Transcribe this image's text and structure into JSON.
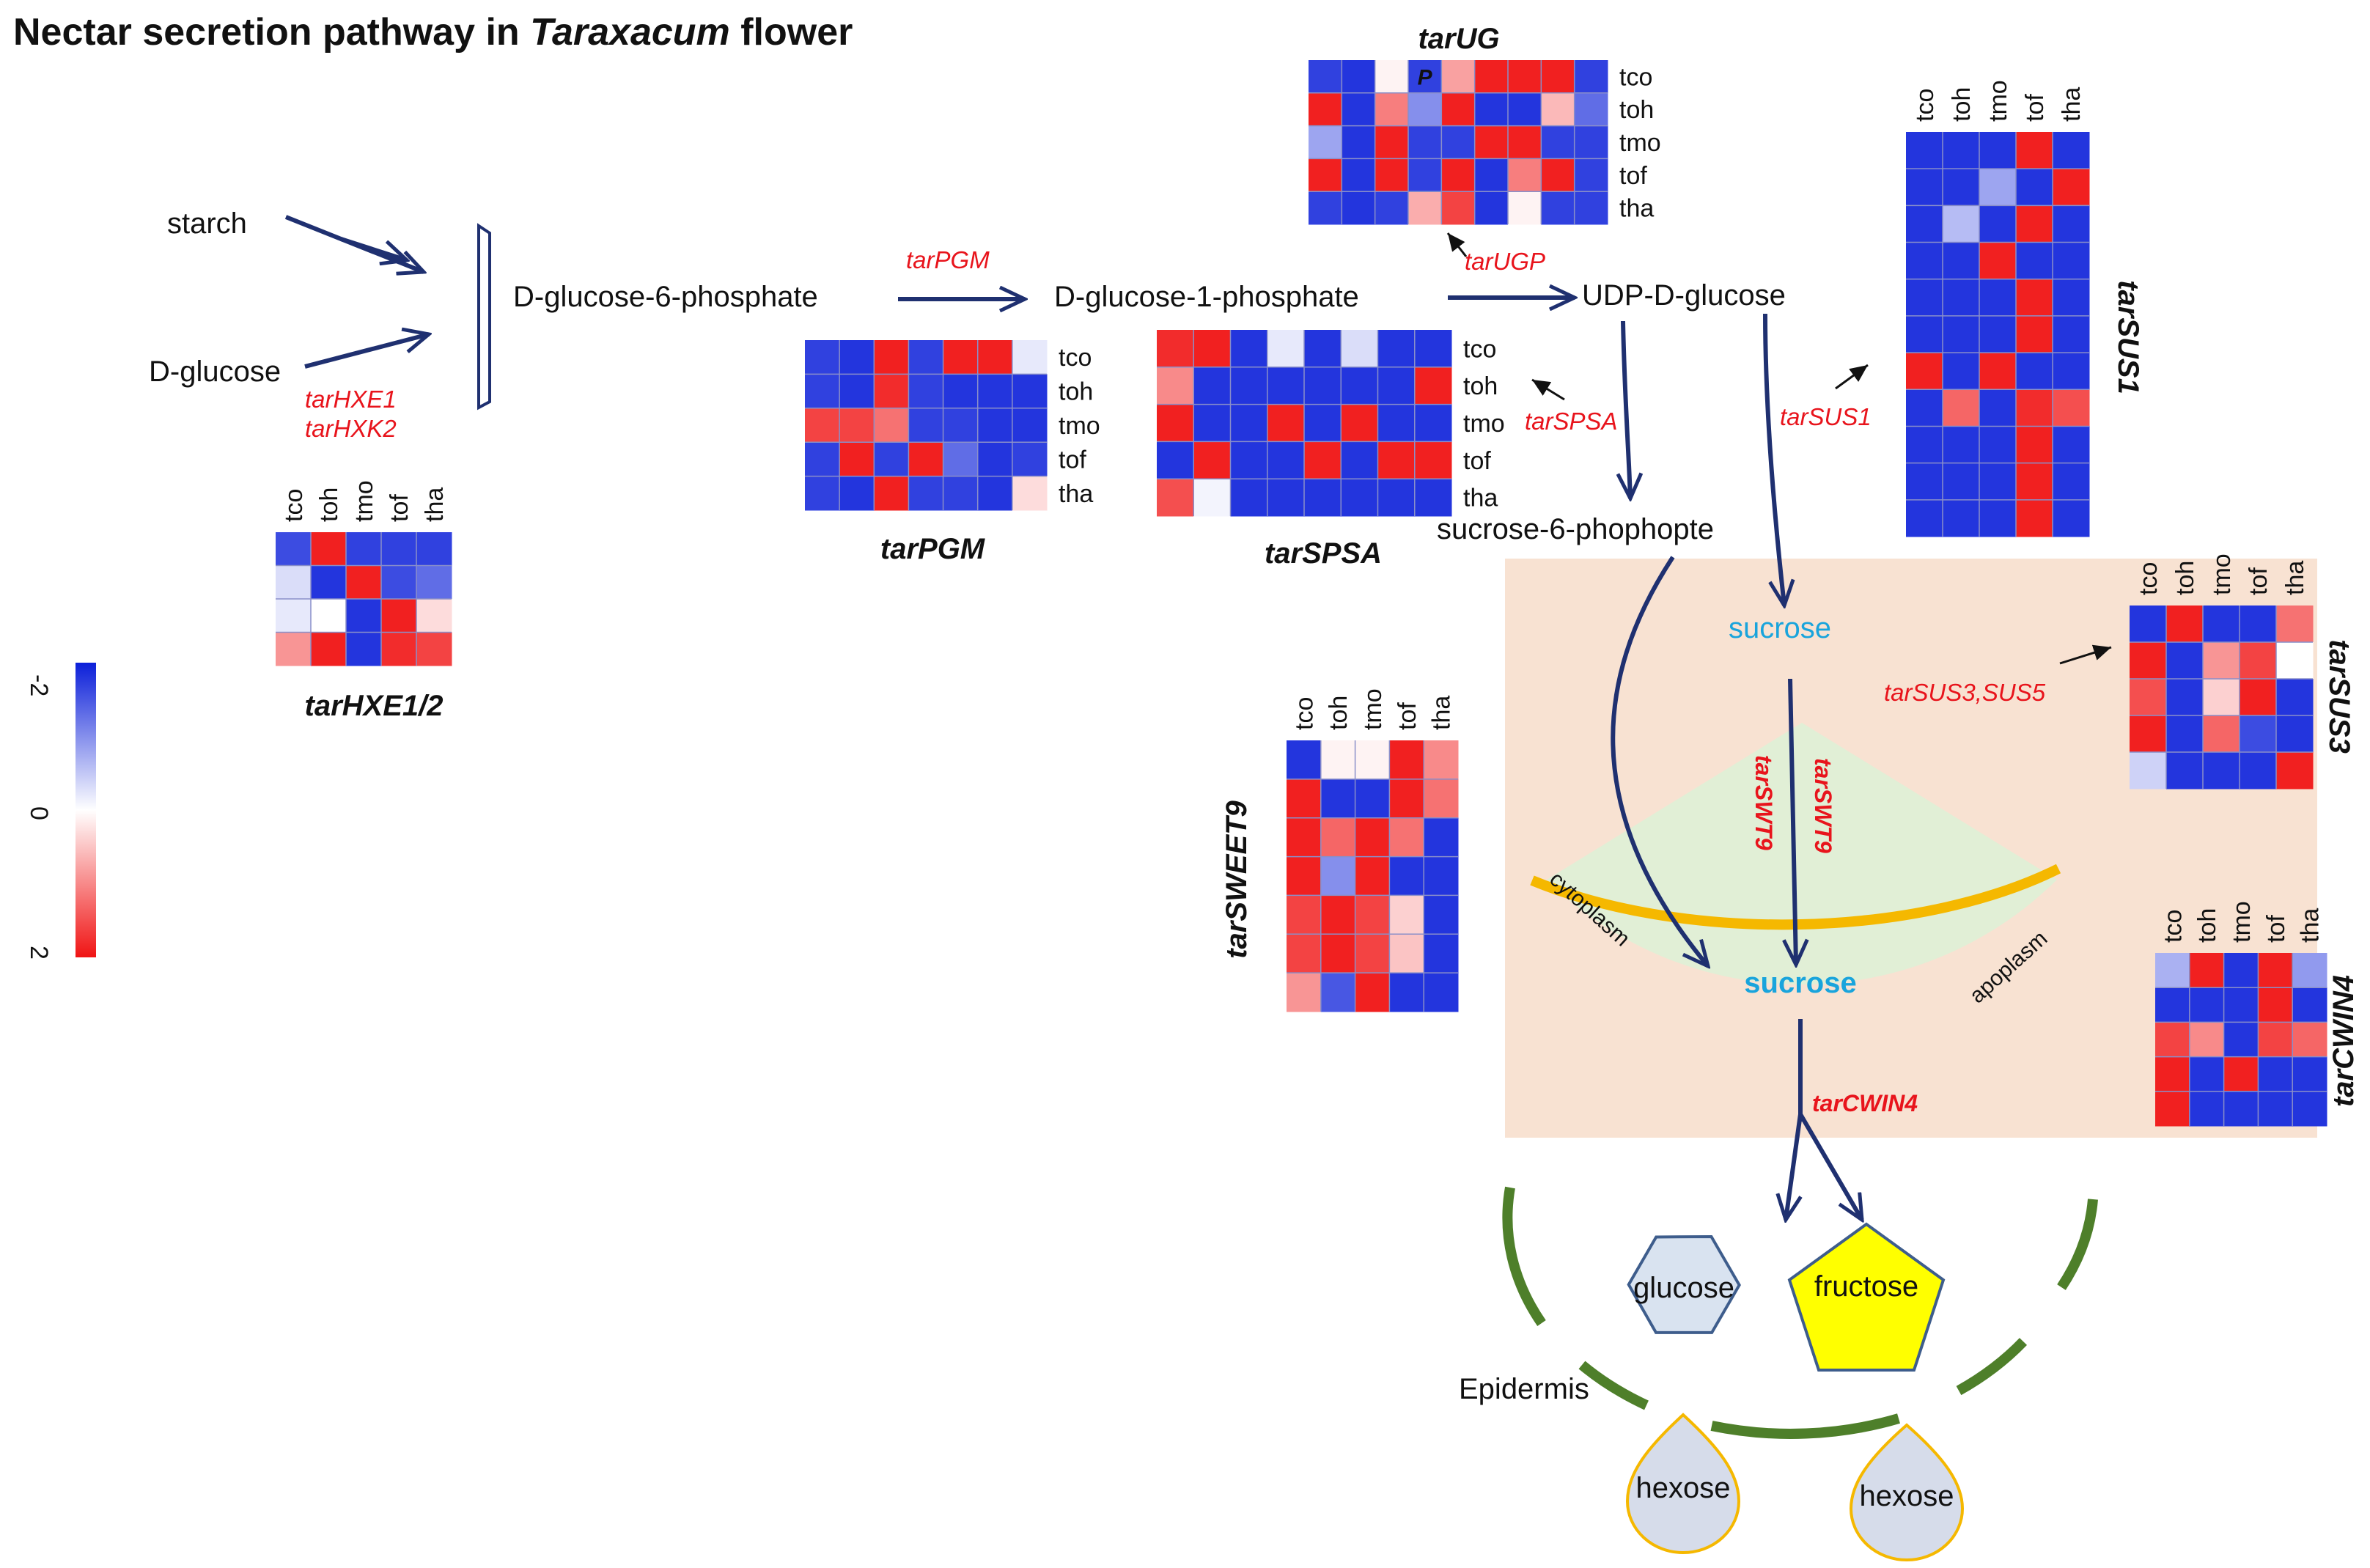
{
  "title": {
    "prefix": "Nectar secretion pathway in ",
    "genus": "Taraxacum",
    "suffix": " flower"
  },
  "colors": {
    "arrow": "#1f3070",
    "gene": "#e8141c",
    "sucrose": "#19a4dc",
    "membrane": "#f5b800",
    "epidermis": "#4e7f2a",
    "box_fill": "#f8e2d2",
    "wedge_fill": "#e1efd6",
    "glucose_fill": "#d9e3f0",
    "fructose_fill": "#ffff00",
    "hexose_fill": "#d6dcea",
    "low": "#0b1fd9",
    "mid": "#ffffff",
    "high": "#f01414"
  },
  "metabolites": {
    "starch": "starch",
    "d_glucose": "D-glucose",
    "g6p": "D-glucose-6-phosphate",
    "g1p": "D-glucose-1-phosphate",
    "udp_glucose": "UDP-D-glucose",
    "suc6p": "sucrose-6-phophopte",
    "sucrose_top": "sucrose",
    "sucrose_bottom": "sucrose",
    "glucose": "glucose",
    "fructose": "fructose",
    "hexose_left": "hexose",
    "hexose_right": "hexose"
  },
  "compartments": {
    "cytoplasm": "cytoplasm",
    "apoplasm": "apoplasm",
    "epidermis": "Epidermis"
  },
  "enzymes": {
    "hxe1": "tarHXE1",
    "hxk2": "tarHXK2",
    "pgm": "tarPGM",
    "ugp": "tarUGP",
    "spsa": "tarSPSA",
    "sus1": "tarSUS1",
    "sus3_5": "tarSUS3,SUS5",
    "swt9_a": "tarSWT9",
    "swt9_b": "tarSWT9",
    "cwin4": "tarCWIN4"
  },
  "legend": {
    "ticks": [
      "-2",
      "0",
      "2"
    ]
  },
  "heatmaps": [
    {
      "id": "hxe",
      "title": "tarHXE1/2",
      "samples": [
        "tco",
        "toh",
        "tmo",
        "tof",
        "tha"
      ],
      "values": [
        [
          -1.6,
          1.9,
          -1.7,
          -1.7,
          -1.7
        ],
        [
          -0.3,
          -1.8,
          1.9,
          -1.6,
          -1.3
        ],
        [
          -0.2,
          0.0,
          -1.8,
          1.9,
          0.3
        ],
        [
          0.9,
          1.9,
          -1.8,
          1.8,
          1.6
        ]
      ]
    },
    {
      "id": "pgm",
      "title": "tarPGM",
      "samples": [
        "tco",
        "toh",
        "tmo",
        "tof",
        "tha"
      ],
      "values": [
        [
          -1.7,
          -1.8,
          1.9,
          -1.7,
          1.9,
          1.9,
          -0.2
        ],
        [
          -1.7,
          -1.8,
          1.8,
          -1.7,
          -1.8,
          -1.8,
          -1.8
        ],
        [
          1.6,
          1.6,
          1.2,
          -1.7,
          -1.7,
          -1.8,
          -1.8
        ],
        [
          -1.7,
          1.9,
          -1.7,
          1.9,
          -1.3,
          -1.8,
          -1.7
        ],
        [
          -1.7,
          -1.8,
          1.9,
          -1.7,
          -1.7,
          -1.8,
          0.3
        ]
      ]
    },
    {
      "id": "spsa",
      "title": "tarSPSA",
      "samples": [
        "tco",
        "toh",
        "tmo",
        "tof",
        "tha"
      ],
      "values": [
        [
          1.8,
          1.9,
          -1.8,
          -0.2,
          -1.8,
          -0.3,
          -1.8,
          -1.8
        ],
        [
          1.0,
          -1.8,
          -1.8,
          -1.8,
          -1.8,
          -1.8,
          -1.8,
          1.9
        ],
        [
          1.9,
          -1.8,
          -1.8,
          1.9,
          -1.8,
          1.9,
          -1.8,
          -1.8
        ],
        [
          -1.8,
          1.9,
          -1.8,
          -1.8,
          1.9,
          -1.8,
          1.9,
          1.9
        ],
        [
          1.5,
          -0.1,
          -1.8,
          -1.8,
          -1.8,
          -1.8,
          -1.8,
          -1.8
        ]
      ]
    },
    {
      "id": "ugp",
      "title": "tarUG",
      "samples": [
        "tco",
        "toh",
        "tmo",
        "tof",
        "tha"
      ],
      "cell_label": "P",
      "values": [
        [
          -1.7,
          -1.8,
          0.1,
          -1.7,
          0.8,
          1.9,
          1.9,
          1.9,
          -1.7
        ],
        [
          1.9,
          -1.8,
          1.1,
          -1.0,
          1.9,
          -1.8,
          -1.8,
          0.6,
          -1.3
        ],
        [
          -0.8,
          -1.8,
          1.9,
          -1.7,
          -1.7,
          1.9,
          1.9,
          -1.7,
          -1.7
        ],
        [
          1.9,
          -1.8,
          1.9,
          -1.7,
          1.9,
          -1.8,
          1.1,
          1.9,
          -1.7
        ],
        [
          -1.7,
          -1.8,
          -1.7,
          0.7,
          1.6,
          -1.8,
          0.1,
          -1.7,
          -1.7
        ]
      ]
    },
    {
      "id": "sus1",
      "title": "tarSUS1",
      "samples": [
        "tco",
        "toh",
        "tmo",
        "tof",
        "tha"
      ],
      "values": [
        [
          -1.8,
          -1.8,
          -1.8,
          1.9,
          -1.8
        ],
        [
          -1.8,
          -1.8,
          -0.8,
          -1.8,
          1.9
        ],
        [
          -1.8,
          -0.6,
          -1.8,
          1.9,
          -1.8
        ],
        [
          -1.8,
          -1.8,
          1.9,
          -1.8,
          -1.8
        ],
        [
          -1.8,
          -1.8,
          -1.8,
          1.9,
          -1.8
        ],
        [
          -1.8,
          -1.8,
          -1.8,
          1.9,
          -1.8
        ],
        [
          1.9,
          -1.8,
          1.9,
          -1.8,
          -1.8
        ],
        [
          -1.8,
          1.3,
          -1.8,
          1.8,
          1.5
        ],
        [
          -1.8,
          -1.8,
          -1.8,
          1.9,
          -1.8
        ],
        [
          -1.8,
          -1.8,
          -1.8,
          1.9,
          -1.8
        ],
        [
          -1.8,
          -1.8,
          -1.8,
          1.9,
          -1.8
        ]
      ]
    },
    {
      "id": "sus3",
      "title": "tarSUS3",
      "samples": [
        "tco",
        "toh",
        "tmo",
        "tof",
        "tha"
      ],
      "values": [
        [
          -1.8,
          1.9,
          -1.8,
          -1.8,
          1.2
        ],
        [
          1.9,
          -1.8,
          0.9,
          1.6,
          0.0
        ],
        [
          1.5,
          -1.8,
          0.4,
          1.9,
          -1.8
        ],
        [
          1.9,
          -1.8,
          1.3,
          -1.6,
          -1.8
        ],
        [
          -0.4,
          -1.8,
          -1.8,
          -1.8,
          1.9
        ]
      ]
    },
    {
      "id": "sweet9",
      "title": "tarSWEET9",
      "samples": [
        "tco",
        "toh",
        "tmo",
        "tof",
        "tha"
      ],
      "values": [
        [
          -1.8,
          0.1,
          0.1,
          1.9,
          1.0
        ],
        [
          1.9,
          -1.8,
          -1.8,
          1.9,
          1.2
        ],
        [
          1.9,
          1.3,
          1.9,
          1.2,
          -1.8
        ],
        [
          1.9,
          -1.0,
          1.9,
          -1.8,
          -1.8
        ],
        [
          1.6,
          1.9,
          1.6,
          0.4,
          -1.8
        ],
        [
          1.6,
          1.9,
          1.6,
          0.5,
          -1.8
        ],
        [
          0.9,
          -1.5,
          1.9,
          -1.8,
          -1.8
        ]
      ]
    },
    {
      "id": "cwin4",
      "title": "tarCWIN4",
      "samples": [
        "tco",
        "toh",
        "tmo",
        "tof",
        "tha"
      ],
      "values": [
        [
          -0.7,
          1.9,
          -1.8,
          1.9,
          -0.9
        ],
        [
          -1.8,
          -1.8,
          -1.8,
          1.9,
          -1.8
        ],
        [
          1.6,
          1.0,
          -1.8,
          1.6,
          1.3
        ],
        [
          1.9,
          -1.8,
          1.9,
          -1.8,
          -1.8
        ],
        [
          1.9,
          -1.8,
          -1.8,
          -1.8,
          -1.8
        ]
      ]
    }
  ]
}
